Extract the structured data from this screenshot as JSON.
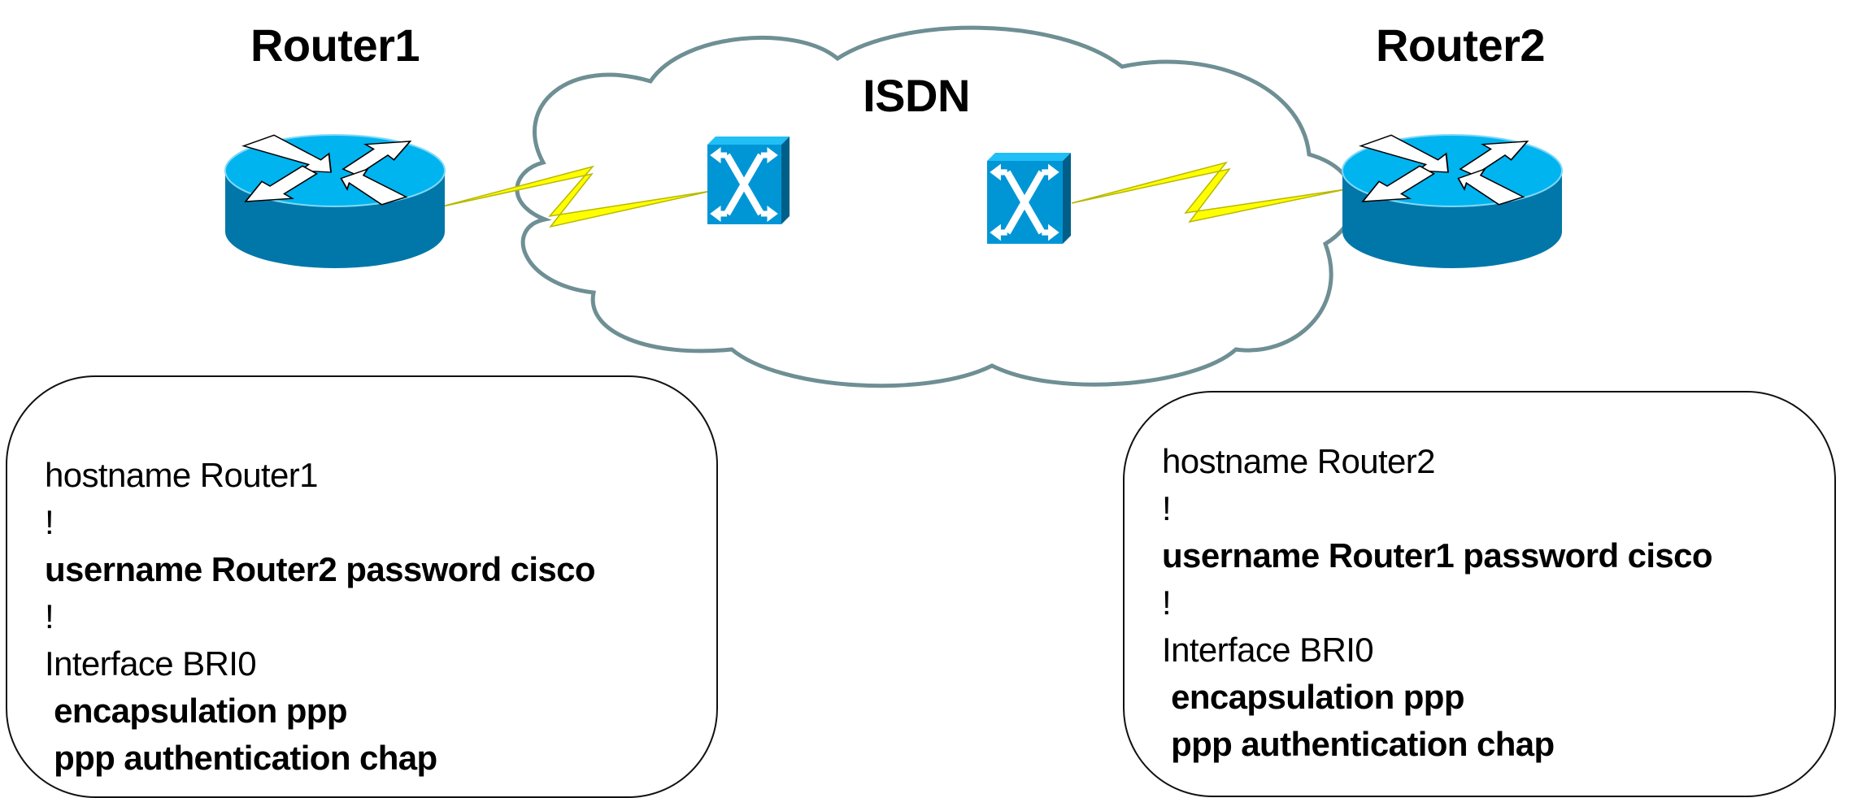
{
  "title": "ISDN PPP CHAP authentication between Router1 and Router2",
  "labels": {
    "router1": "Router1",
    "router2": "Router2",
    "cloud": "ISDN"
  },
  "colors": {
    "router_top": "#00b4f0",
    "router_side": "#0077a8",
    "switch_front": "#0096d6",
    "switch_top": "#20bff5",
    "switch_side": "#005f88",
    "lightning": "#ffff00",
    "cloud_stroke": "#6e8f94"
  },
  "configs": {
    "router1": {
      "lines": [
        {
          "text": "hostname Router1",
          "bold": false
        },
        {
          "text": "!",
          "bold": false
        },
        {
          "text": "username Router2 password cisco",
          "bold": true
        },
        {
          "text": "!",
          "bold": false
        },
        {
          "text": "Interface BRI0",
          "bold": false
        },
        {
          "text": " encapsulation ppp",
          "bold": true
        },
        {
          "text": " ppp authentication chap",
          "bold": true
        }
      ]
    },
    "router2": {
      "lines": [
        {
          "text": "hostname Router2",
          "bold": false
        },
        {
          "text": "!",
          "bold": false
        },
        {
          "text": "username Router1 password cisco",
          "bold": true
        },
        {
          "text": "!",
          "bold": false
        },
        {
          "text": "Interface BRI0",
          "bold": false
        },
        {
          "text": " encapsulation ppp",
          "bold": true
        },
        {
          "text": " ppp authentication chap",
          "bold": true
        }
      ]
    }
  }
}
